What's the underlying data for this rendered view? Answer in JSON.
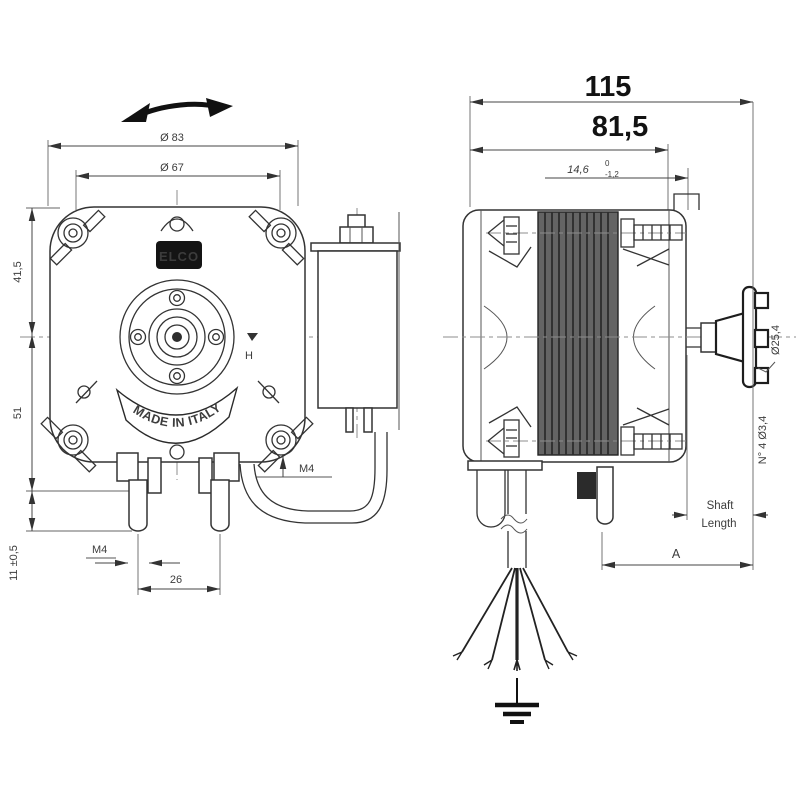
{
  "front_view": {
    "dim_outer_diameter": "Ø 83",
    "dim_bolt_circle": "Ø 67",
    "dim_upper_height": "41,5",
    "dim_lower_height": "51",
    "dim_stud_length": "11 ±0,5",
    "dim_stud_spacing": "26",
    "thread_label_left": "M4",
    "thread_label_right": "M4",
    "logo": "ELCO",
    "made_in": "MADE IN ITALY",
    "shaft_center_label": "H"
  },
  "side_view": {
    "dim_overall_length": "115",
    "dim_body_length": "81,5",
    "dim_stack_length": "14,6",
    "stack_tolerance_upper": "0",
    "stack_tolerance_lower": "-1,2",
    "shaft_length_label_line1": "Shaft",
    "shaft_length_label_line2": "Length",
    "dim_overall_label": "A",
    "hub_diameter_note": "Ø25,4",
    "hub_holes_note": "N° 4 Ø3,4"
  }
}
